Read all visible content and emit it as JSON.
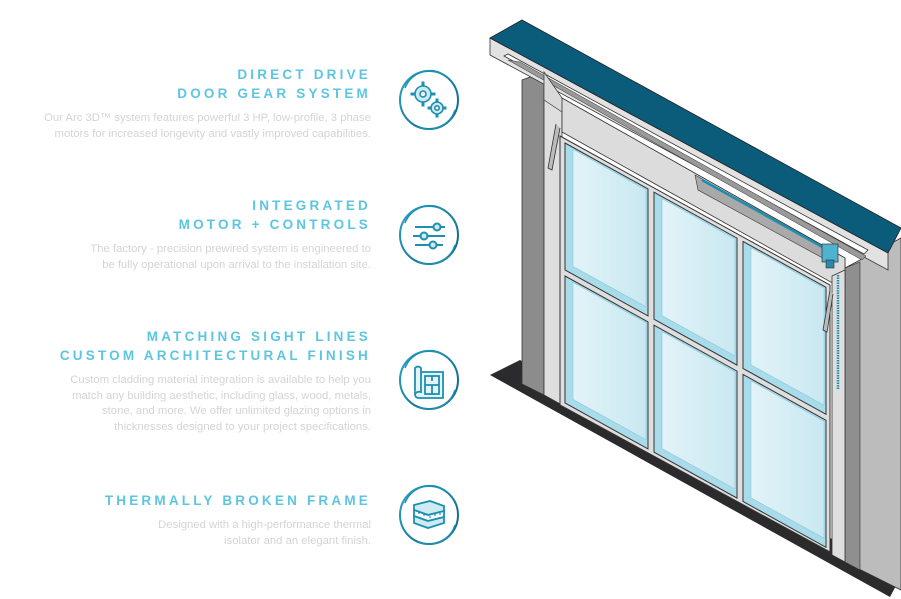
{
  "features": [
    {
      "title_lines": [
        "DIRECT DRIVE",
        "DOOR GEAR SYSTEM"
      ],
      "description_lines": [
        "Our Arc 3D™ system features powerful 3 HP, low-profile, 3 phase",
        "motors for increased longevity and vastly improved capabilities."
      ],
      "icon": "gears-icon"
    },
    {
      "title_lines": [
        "INTEGRATED",
        "MOTOR + CONTROLS"
      ],
      "description_lines": [
        "The factory - precision prewired system is engineered to",
        "be fully operational upon arrival to the installation site."
      ],
      "icon": "sliders-icon"
    },
    {
      "title_lines": [
        "MATCHING SIGHT LINES",
        "CUSTOM ARCHITECTURAL FINISH"
      ],
      "description_lines": [
        "Custom cladding material integration is available to help you",
        "match any building aesthetic, including glass, wood, metals,",
        "stone, and more. We offer unlimited glazing options in",
        "thicknesses designed to your project specifications."
      ],
      "icon": "blueprint-icon"
    },
    {
      "title_lines": [
        "THERMALLY BROKEN FRAME"
      ],
      "description_lines": [
        "Designed with a high-performance thermal",
        "isolator and an elegant finish."
      ],
      "icon": "layers-icon"
    }
  ],
  "colors": {
    "accent": "#5cc6e0",
    "icon_stroke": "#1e8fb0",
    "header_blue": "#0b5c7a",
    "glass": "#d6eef5",
    "glass_edge": "#a8dcea",
    "frame_light": "#dedede",
    "frame_mid": "#b5b5b5",
    "frame_dark": "#8c8c8c",
    "floor": "#2b2b2e",
    "text_gray": "#d4d4d4"
  }
}
